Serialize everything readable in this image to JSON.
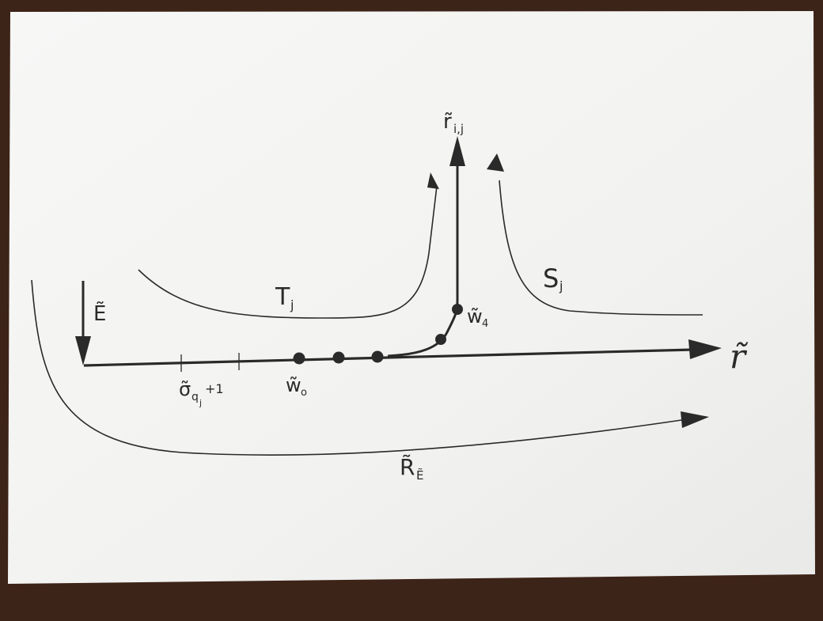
{
  "colors": {
    "table": "#3d2418",
    "paper": "#f4f4f2",
    "ink": "#2a2a2a"
  },
  "labels": {
    "r_tilde": "r̃",
    "r_ij_main": "r̃",
    "r_ij_sub": "i,j",
    "T": "T",
    "T_sub": "j",
    "S": "S",
    "S_sub": "j",
    "E_tilde": "Ẽ",
    "w0_main": "w̃",
    "w0_sub": "o",
    "w4_main": "w̃",
    "w4_sub": "4",
    "sigma_main": "σ̃",
    "sigma_sub": "q",
    "sigma_subsub": "j",
    "sigma_suffix": "+1",
    "R_main": "R̃",
    "R_sub": "Ẽ"
  }
}
